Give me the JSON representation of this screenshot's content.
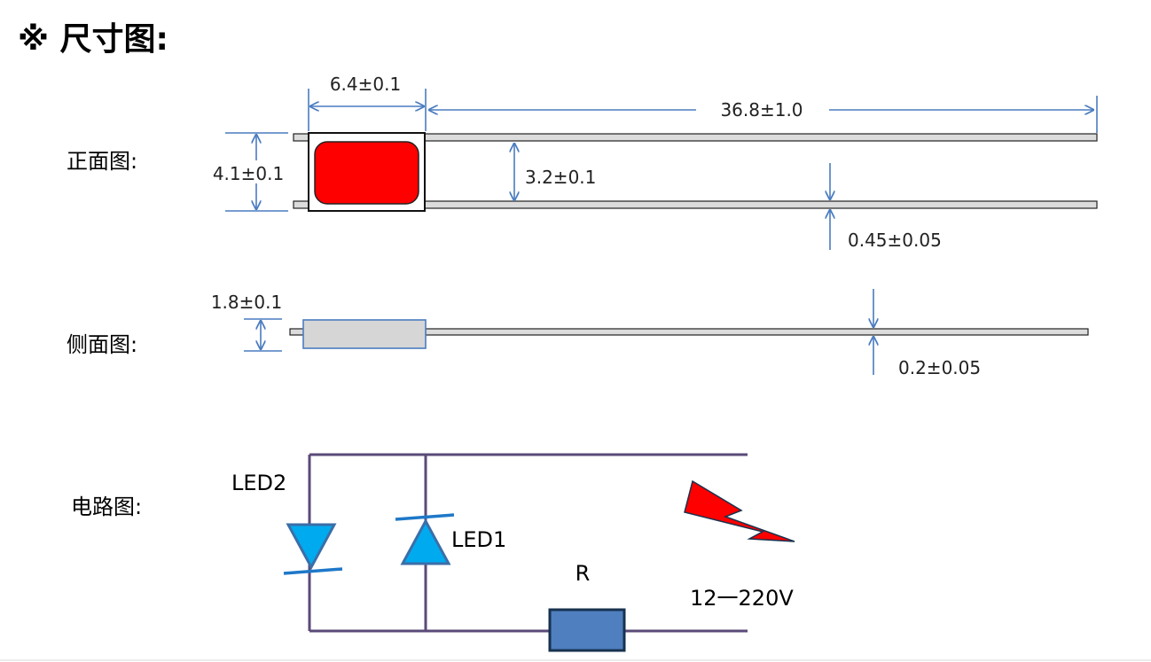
{
  "title": "※ 尺寸图:",
  "views": {
    "front": "正面图:",
    "side": "侧面图:",
    "circuit": "电路图:"
  },
  "dimensions": {
    "chip_width": "6.4±0.1",
    "lead_length": "36.8±1.0",
    "chip_height": "4.1±0.1",
    "lead_spacing": "3.2±0.1",
    "lead_width": "0.45±0.05",
    "chip_thickness": "1.8±0.1",
    "lead_thickness": "0.2±0.05"
  },
  "circuit": {
    "led2": "LED2",
    "led1": "LED1",
    "resistor": "R",
    "voltage": "12一220V"
  },
  "colors": {
    "led_red": "#ff0000",
    "dimension_blue": "#4a7cc0",
    "diode_fill": "#00aaee",
    "wire": "#5a4a78",
    "resistor_fill": "#4f7fbf",
    "lead_gray": "#dcdcdc"
  }
}
